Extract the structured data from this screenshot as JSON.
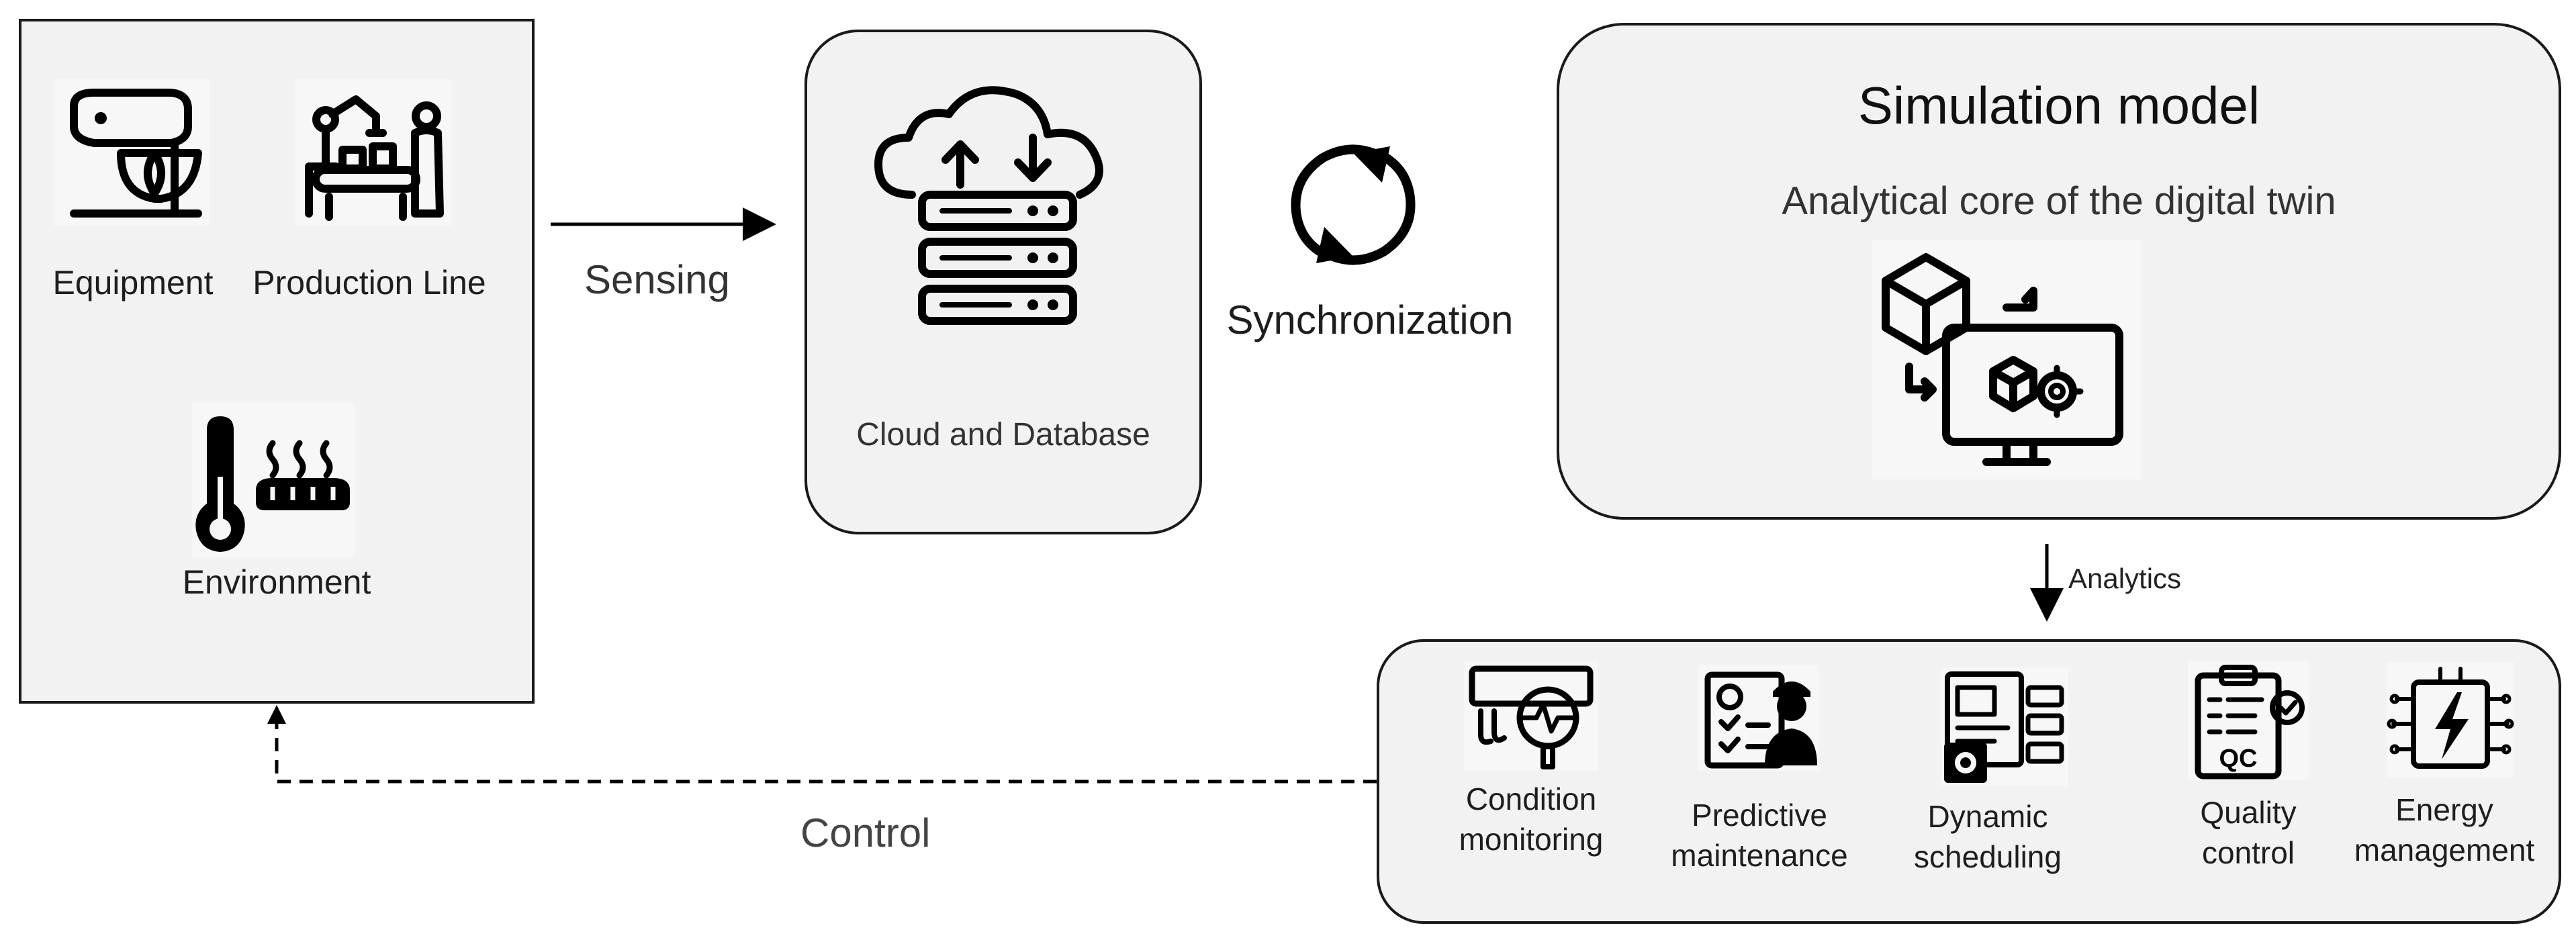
{
  "physical": {
    "equipment_label": "Equipment",
    "production_line_label": "Production Line",
    "environment_label": "Environment"
  },
  "flows": {
    "sensing_label": "Sensing",
    "synchronization_label": "Synchronization",
    "analytics_label": "Analytics",
    "control_label": "Control"
  },
  "cloud": {
    "label": "Cloud and Database"
  },
  "simulation": {
    "title": "Simulation model",
    "subtitle": "Analytical core of the digital twin"
  },
  "services": {
    "items": [
      {
        "line1": "Condition",
        "line2": "monitoring",
        "icon": "condition-monitoring-icon"
      },
      {
        "line1": "Predictive",
        "line2": "maintenance",
        "icon": "predictive-maintenance-icon"
      },
      {
        "line1": "Dynamic",
        "line2": "scheduling",
        "icon": "dynamic-scheduling-icon"
      },
      {
        "line1": "Quality",
        "line2": "control",
        "icon": "quality-control-icon"
      },
      {
        "line1": "Energy",
        "line2": "management",
        "icon": "energy-management-icon"
      }
    ],
    "qc_badge": "QC"
  }
}
